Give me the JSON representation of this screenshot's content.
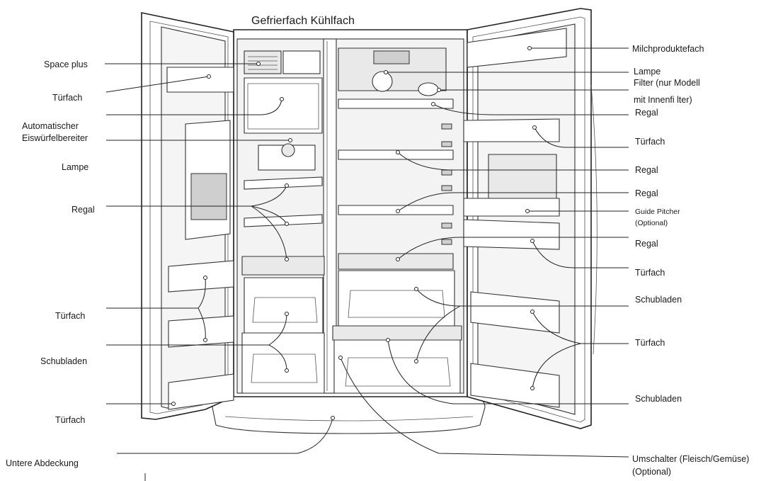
{
  "title": "Gefrierfach Kühlfach",
  "labels": {
    "space_plus": "Space plus",
    "tuerfach_l1": "Türfach",
    "eiswuerfel_1": "Automatischer",
    "eiswuerfel_2": "Eiswürfelbereiter",
    "lampe_l": "Lampe",
    "regal_l": "Regal",
    "tuerfach_l2": "Türfach",
    "schubladen_l": "Schubladen",
    "tuerfach_l3": "Türfach",
    "untere_abdeckung": "Untere Abdeckung",
    "milchprodukte": "Milchproduktefach",
    "lampe_r": "Lampe",
    "filter_1": "Filter (nur Modell",
    "filter_2": "mit Innenfi lter)",
    "regal_r1": "Regal",
    "tuerfach_r1": "Türfach",
    "regal_r2": "Regal",
    "regal_r3": "Regal",
    "guide_pitcher_1": "Guide Pitcher",
    "guide_pitcher_2": "(Optional)",
    "regal_r4": "Regal",
    "tuerfach_r2": "Türfach",
    "schubladen_r1": "Schubladen",
    "tuerfach_r3": "Türfach",
    "schubladen_r2": "Schubladen",
    "umschalter_1": "Umschalter (Fleisch/Gemüse)",
    "umschalter_2": "(Optional)"
  }
}
